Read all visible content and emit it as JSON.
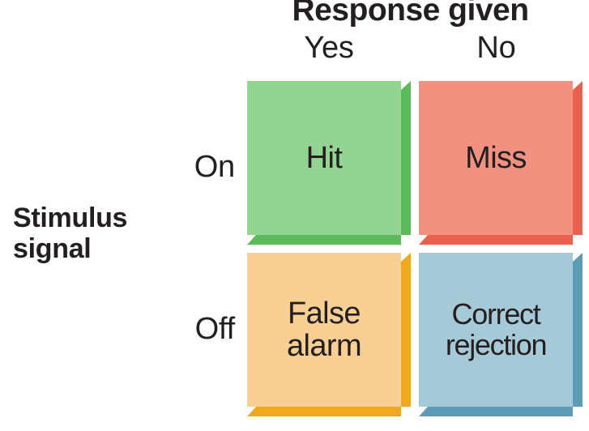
{
  "figure": {
    "type": "matrix",
    "description": "Signal detection theory 2x2 outcome matrix"
  },
  "columns": {
    "group_title": "Response given",
    "headers": [
      "Yes",
      "No"
    ]
  },
  "rows": {
    "group_title_line1": "Stimulus",
    "group_title_line2": "signal",
    "headers": [
      "On",
      "Off"
    ]
  },
  "cells": [
    {
      "id": "hit",
      "label": "Hit",
      "row": "On",
      "column": "Yes",
      "face_color": "#93d493",
      "shadow_color": "#5cba5c"
    },
    {
      "id": "miss",
      "label": "Miss",
      "row": "On",
      "column": "No",
      "face_color": "#f2917f",
      "shadow_color": "#ea5f4e"
    },
    {
      "id": "false-alarm",
      "label": "False\nalarm",
      "row": "Off",
      "column": "Yes",
      "face_color": "#f9cf93",
      "shadow_color": "#f0a91f"
    },
    {
      "id": "correct-rejection",
      "label": "Correct\nrejection",
      "row": "Off",
      "column": "No",
      "face_color": "#a6c9d7",
      "shadow_color": "#5d9cb5"
    }
  ],
  "colors": {
    "background": "#ffffff",
    "text": "#231f20"
  }
}
